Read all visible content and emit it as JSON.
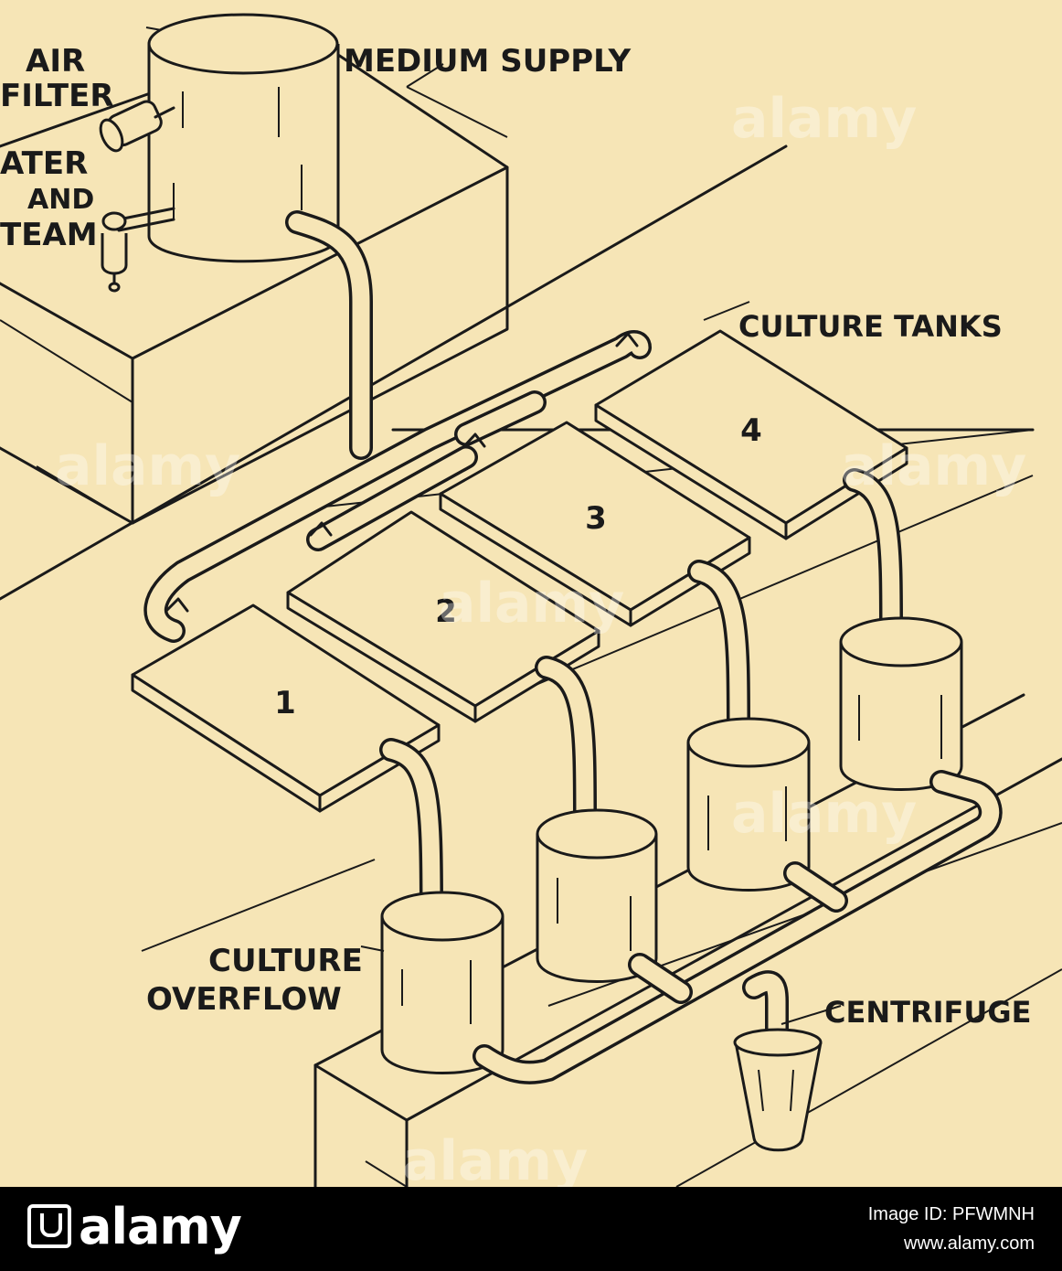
{
  "labels": {
    "air_filter": [
      "AIR",
      "FILTER"
    ],
    "water_and_steam": [
      "ATER",
      "AND",
      "TEAM"
    ],
    "medium_supply": "MEDIUM SUPPLY",
    "culture_tanks": "CULTURE TANKS",
    "culture_overflow": [
      "CULTURE",
      "OVERFLOW"
    ],
    "centrifuge": "CENTRIFUGE",
    "tank_numbers": [
      "1",
      "2",
      "3",
      "4"
    ]
  },
  "watermark": "alamy",
  "footer": {
    "brand": "alamy",
    "image_id": "Image ID: PFWMNH",
    "url": "www.alamy.com"
  }
}
